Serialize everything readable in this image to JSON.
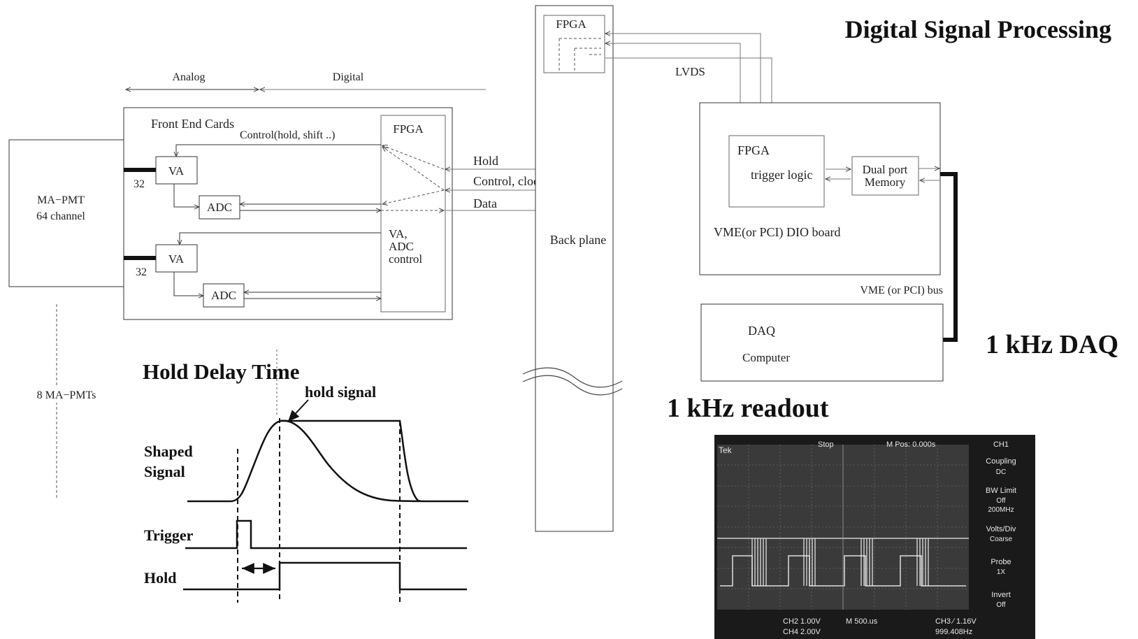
{
  "title": "Digital Signal Processing",
  "zones": {
    "analog": "Analog",
    "digital": "Digital"
  },
  "pmt": {
    "line1": "MA−PMT",
    "line2": "64 channel",
    "count": "8 MA−PMTs"
  },
  "front_end": {
    "title": "Front End Cards",
    "control": "Control(hold, shift ..)",
    "fpga": "FPGA",
    "va": "VA",
    "adc": "ADC",
    "ch_count": "32",
    "va_ctrl": [
      "VA,",
      "ADC",
      "control"
    ]
  },
  "signals": {
    "hold": "Hold",
    "control_clock": "Control, clock",
    "data": "Data",
    "lvds": "LVDS"
  },
  "backplane": {
    "fpga": "FPGA",
    "label": "Back  plane"
  },
  "dio": {
    "fpga": "FPGA",
    "trigger": "trigger logic",
    "memory_line1": "Dual port",
    "memory_line2": "Memory",
    "board": "VME(or PCI) DIO board",
    "bus": "VME (or PCI) bus"
  },
  "daq": {
    "line1": "DAQ",
    "line2": "Computer"
  },
  "headlines": {
    "daq": "1 kHz DAQ",
    "readout": "1 kHz readout"
  },
  "timing": {
    "title": "Hold Delay Time",
    "hold_signal": "hold signal",
    "shaped_line1": "Shaped",
    "shaped_line2": "Signal",
    "trigger": "Trigger",
    "hold": "Hold"
  },
  "scope": {
    "brand": "Tek",
    "status": "Stop",
    "mpos": "M Pos: 0.000s",
    "ch": "CH1",
    "coupling": "Coupling",
    "coupling_val": "DC",
    "bw": "BW Limit",
    "bw_val": "Off",
    "bw_freq": "200MHz",
    "volts": "Volts/Div",
    "volts_val": "Coarse",
    "probe": "Probe",
    "probe_val": "1X",
    "invert": "Invert",
    "invert_val": "Off",
    "ch2": "CH2  1.00V",
    "ch4": "CH4  2.00V",
    "timebase": "M 500.us",
    "ch3": "CH3 ∕  1.16V",
    "freq": "999.408Hz"
  },
  "colors": {
    "line": "#333333",
    "scope_bg": "#1a1a1a",
    "scope_text": "#e8e8e8"
  }
}
